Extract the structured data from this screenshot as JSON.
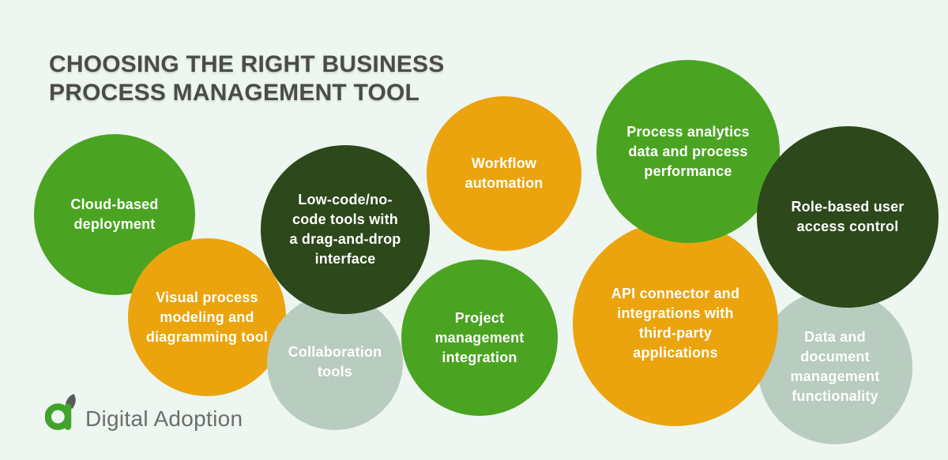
{
  "title": "CHOOSING THE RIGHT BUSINESS\nPROCESS MANAGEMENT TOOL",
  "palette": {
    "background": "#edf6f0",
    "green": "#4aa421",
    "orange": "#eba40e",
    "dark_green": "#2d481b",
    "sage_gray": "#b8ccbf",
    "bubble_text": "#ffffff",
    "title_text": "#4b4c4a",
    "brand_text_gray": "#6c6e6c",
    "brand_logo_green": "#3fa32c",
    "brand_logo_leaf_gray": "#595b59"
  },
  "bubbles": [
    {
      "id": "cloud-based-deployment",
      "label": "Cloud-based\ndeployment",
      "color": "green"
    },
    {
      "id": "visual-process-modeling",
      "label": "Visual process\nmodeling and\ndiagramming tool",
      "color": "orange"
    },
    {
      "id": "collaboration-tools",
      "label": "Collaboration\ntools",
      "color": "sage_gray"
    },
    {
      "id": "low-code-no-code-tools",
      "label": "Low-code/no-\ncode tools with\na drag-and-drop\ninterface",
      "color": "dark_green"
    },
    {
      "id": "workflow-automation",
      "label": "Workflow\nautomation",
      "color": "orange"
    },
    {
      "id": "project-management-integration",
      "label": "Project\nmanagement\nintegration",
      "color": "green"
    },
    {
      "id": "data-document-management",
      "label": "Data and\ndocument\nmanagement\nfunctionality",
      "color": "sage_gray"
    },
    {
      "id": "api-connector-integrations",
      "label": "API connector and\nintegrations with\nthird-party\napplications",
      "color": "orange"
    },
    {
      "id": "process-analytics",
      "label": "Process analytics\ndata and process\nperformance",
      "color": "green"
    },
    {
      "id": "role-based-access-control",
      "label": "Role-based user\naccess control",
      "color": "dark_green"
    }
  ],
  "footer": {
    "brand": "Digital Adoption"
  }
}
